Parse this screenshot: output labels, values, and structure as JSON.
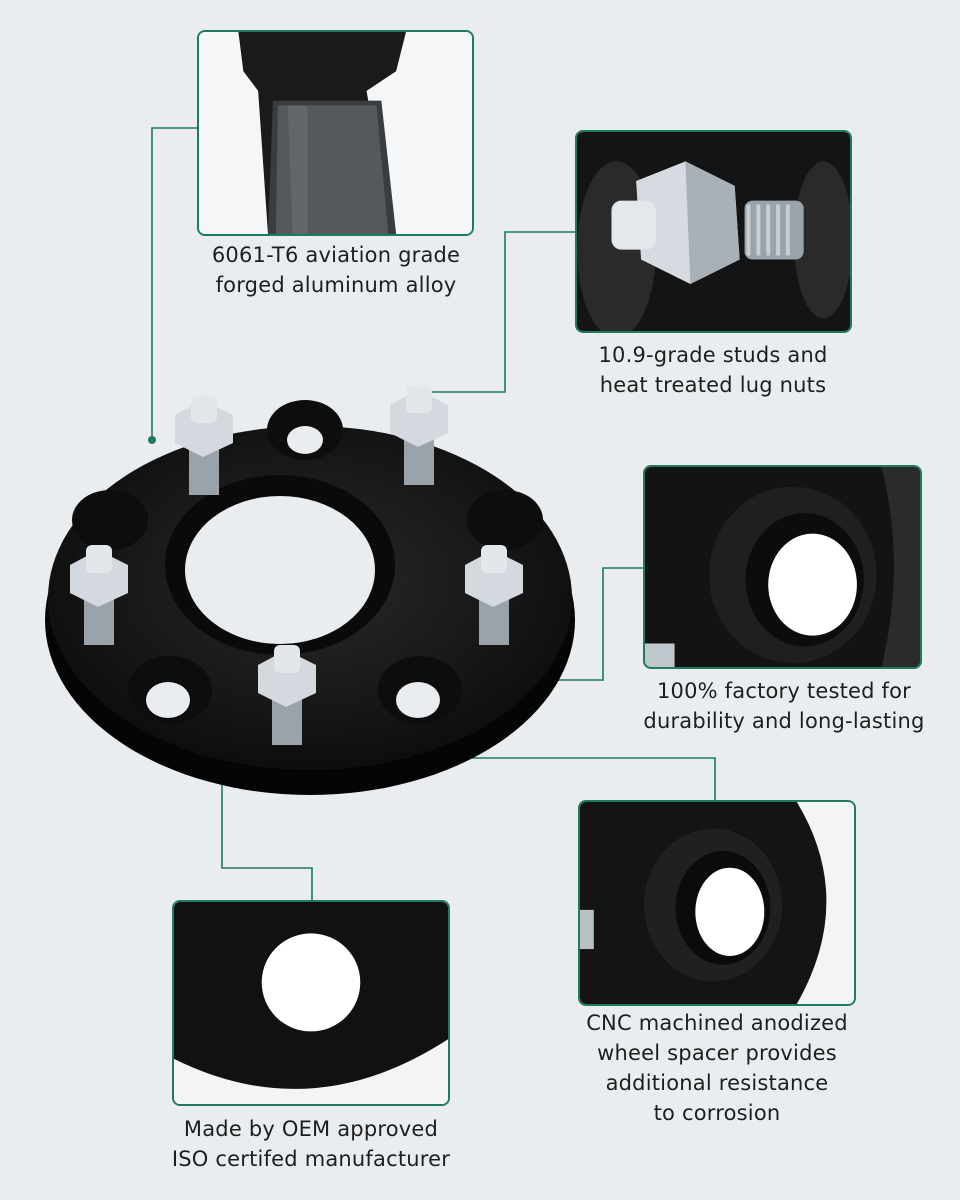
{
  "callouts": [
    {
      "id": "material",
      "lines": [
        "6061-T6 aviation grade",
        "forged aluminum alloy"
      ]
    },
    {
      "id": "studs",
      "lines": [
        "10.9-grade studs and",
        "heat treated lug nuts"
      ]
    },
    {
      "id": "tested",
      "lines": [
        "100% factory tested for",
        "durability and long-lasting"
      ]
    },
    {
      "id": "cnc",
      "lines": [
        "CNC machined anodized",
        "wheel spacer provides",
        "additional resistance",
        "to corrosion"
      ]
    },
    {
      "id": "oem",
      "lines": [
        "Made by OEM approved",
        "ISO certifed manufacturer"
      ]
    }
  ],
  "colors": {
    "accent": "#1f7a5e",
    "background": "#e9edef",
    "spacer": "#111111",
    "metal": "#c9cfd6"
  }
}
